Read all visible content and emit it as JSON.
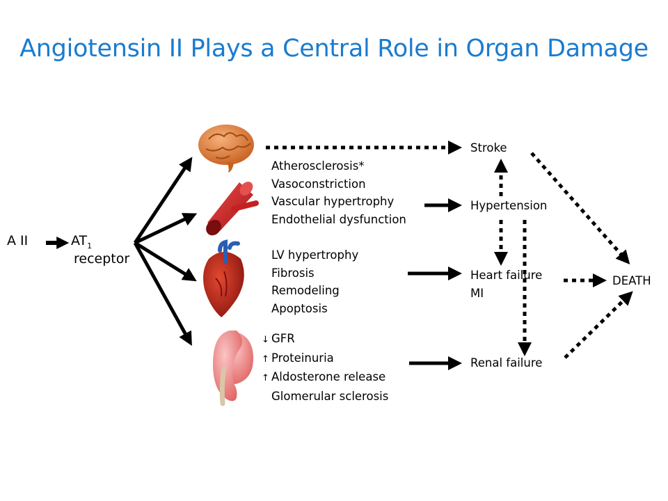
{
  "title": "Angiotensin II Plays a Central Role in Organ Damage",
  "start": {
    "a2": "A II",
    "receptor_main": "AT",
    "receptor_sub": "1",
    "receptor_word": "receptor"
  },
  "brain_effects": [
    "Atherosclerosis*",
    "Vasoconstriction",
    "Vascular hypertrophy",
    "Endothelial dysfunction"
  ],
  "heart_effects": [
    "LV hypertrophy",
    "Fibrosis",
    "Remodeling",
    "Apoptosis"
  ],
  "kidney_effects": [
    {
      "mark": "↓",
      "label": "GFR"
    },
    {
      "mark": "↑",
      "label": "Proteinuria"
    },
    {
      "mark": "↑",
      "label": "Aldosterone release"
    },
    {
      "mark": "",
      "label": "Glomerular sclerosis"
    }
  ],
  "outcomes": {
    "stroke": "Stroke",
    "hypertension": "Hypertension",
    "heart_failure": "Heart failure",
    "mi": "MI",
    "renal_failure": "Renal failure",
    "death": "DEATH"
  },
  "colors": {
    "title": "#1a7ccf",
    "brain": "#e8823a",
    "vessel": "#d42a2a",
    "heart": "#c0261c",
    "kidney": "#f08a8a"
  },
  "icons": [
    "brain-icon",
    "artery-icon",
    "heart-icon",
    "kidney-icon"
  ]
}
